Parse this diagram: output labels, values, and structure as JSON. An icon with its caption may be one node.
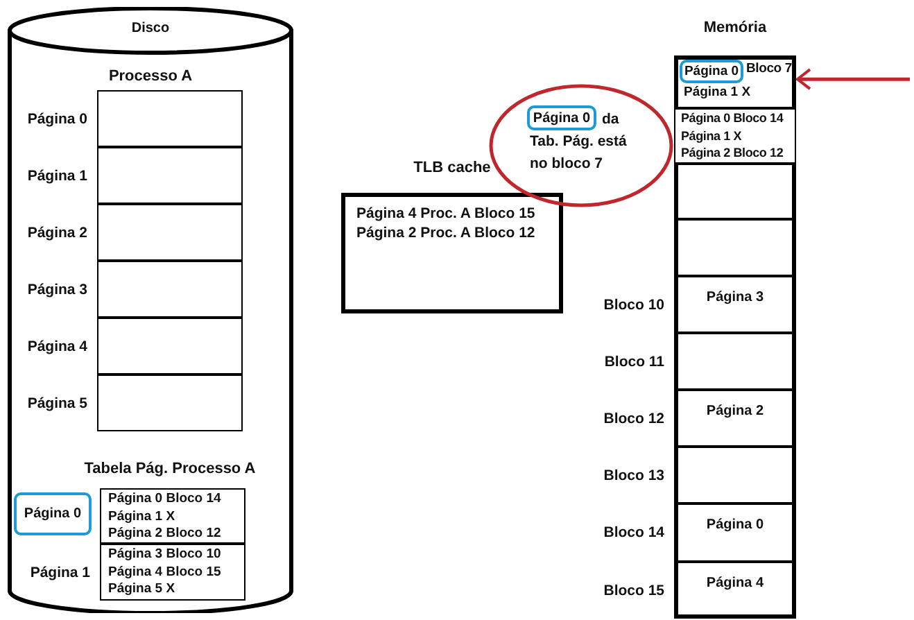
{
  "diagram": {
    "nodes": [
      {
        "text": [
          "Disco",
          "Processo A"
        ]
      },
      {
        "text": [],
        "shape": "box",
        "in": 0,
        "beside": [
          "Página 0"
        ]
      },
      {
        "text": [],
        "shape": "box",
        "in": 0,
        "beside": [
          "Página 1"
        ]
      },
      {
        "text": [],
        "shape": "box",
        "in": 0,
        "beside": [
          "Página 2"
        ]
      },
      {
        "text": [],
        "shape": "box",
        "in": 0,
        "beside": [
          "Página 3"
        ]
      },
      {
        "text": [],
        "shape": "box",
        "in": 0,
        "beside": [
          "Página 4"
        ]
      },
      {
        "text": [],
        "shape": "box",
        "in": 0,
        "beside": [
          "Página 5"
        ]
      },
      {
        "text": [
          "Tabela Pág. Processo A"
        ],
        "in": 0
      },
      {
        "text": [
          "Página 0 Bloco 14",
          "Página 1 X",
          "Página 2 Bloco 12"
        ],
        "in": 7
      },
      {
        "text": [
          "Página 0"
        ],
        "in": 0
      },
      {
        "text": [
          "Página 3 Bloco 10",
          "Página 4 Bloco 15",
          "Página 5 X"
        ],
        "in": 7,
        "beside": [
          "Página 1"
        ]
      },
      {
        "text": [
          "TLB cache",
          "Página 4 Proc. A Bloco 15",
          "Página 2 Proc. A Bloco 12"
        ]
      },
      {
        "text": [
          "Memória"
        ]
      },
      {
        "text": [
          "Bloco 7",
          "Página 1 X"
        ],
        "in": 12
      },
      {
        "text": [
          "Página 0"
        ],
        "in": 13
      },
      {
        "text": [
          "Página 0 Bloco 14",
          "Página 1 X",
          "Página 2 Bloco 12"
        ],
        "in": 12
      },
      {
        "text": [],
        "shape": "box",
        "in": 12
      },
      {
        "text": [],
        "shape": "box",
        "in": 12
      },
      {
        "text": [
          "Página 3"
        ],
        "in": 12,
        "beside": [
          "Bloco 10"
        ]
      },
      {
        "text": [],
        "shape": "box",
        "in": 12,
        "beside": [
          "Bloco 11"
        ]
      },
      {
        "text": [
          "Página 2"
        ],
        "in": 12,
        "beside": [
          "Bloco 12"
        ]
      },
      {
        "text": [],
        "shape": "box",
        "in": 12,
        "beside": [
          "Bloco 13"
        ]
      },
      {
        "text": [
          "Página 0"
        ],
        "in": 12,
        "beside": [
          "Bloco 14"
        ]
      },
      {
        "text": [
          "Página 4"
        ],
        "in": 12,
        "beside": [
          "Bloco 15"
        ]
      },
      {
        "text": [
          "da Tab. Pág. está no bloco 7"
        ]
      },
      {
        "text": [
          "Página 0"
        ],
        "in": 24
      }
    ],
    "edges": [
      {
        "from": null,
        "to": 13,
        "arrow": "to",
        "color": "#c0272d"
      }
    ]
  }
}
